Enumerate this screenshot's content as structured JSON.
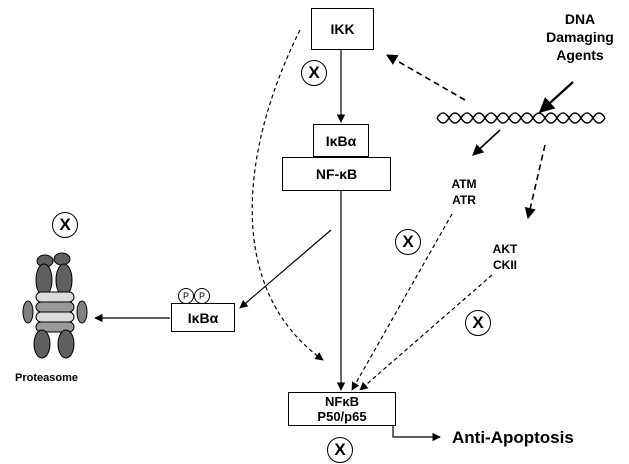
{
  "nodes": {
    "ikk": "IKK",
    "ikba_top": "IκBα",
    "nfkb_top": "NF-κB",
    "ikba_phos": "IκBα",
    "phos_1": "P",
    "phos_2": "P",
    "nfkb_bottom_line1": "NFκB",
    "nfkb_bottom_line2": "P50/p65",
    "dna_agents_line1": "DNA",
    "dna_agents_line2": "Damaging",
    "dna_agents_line3": "Agents",
    "atm": "ATM",
    "atr": "ATR",
    "akt": "AKT",
    "ckii": "CKII",
    "proteasome": "Proteasome",
    "anti_apoptosis": "Anti-Apoptosis"
  },
  "inhibitor_symbol": "X"
}
